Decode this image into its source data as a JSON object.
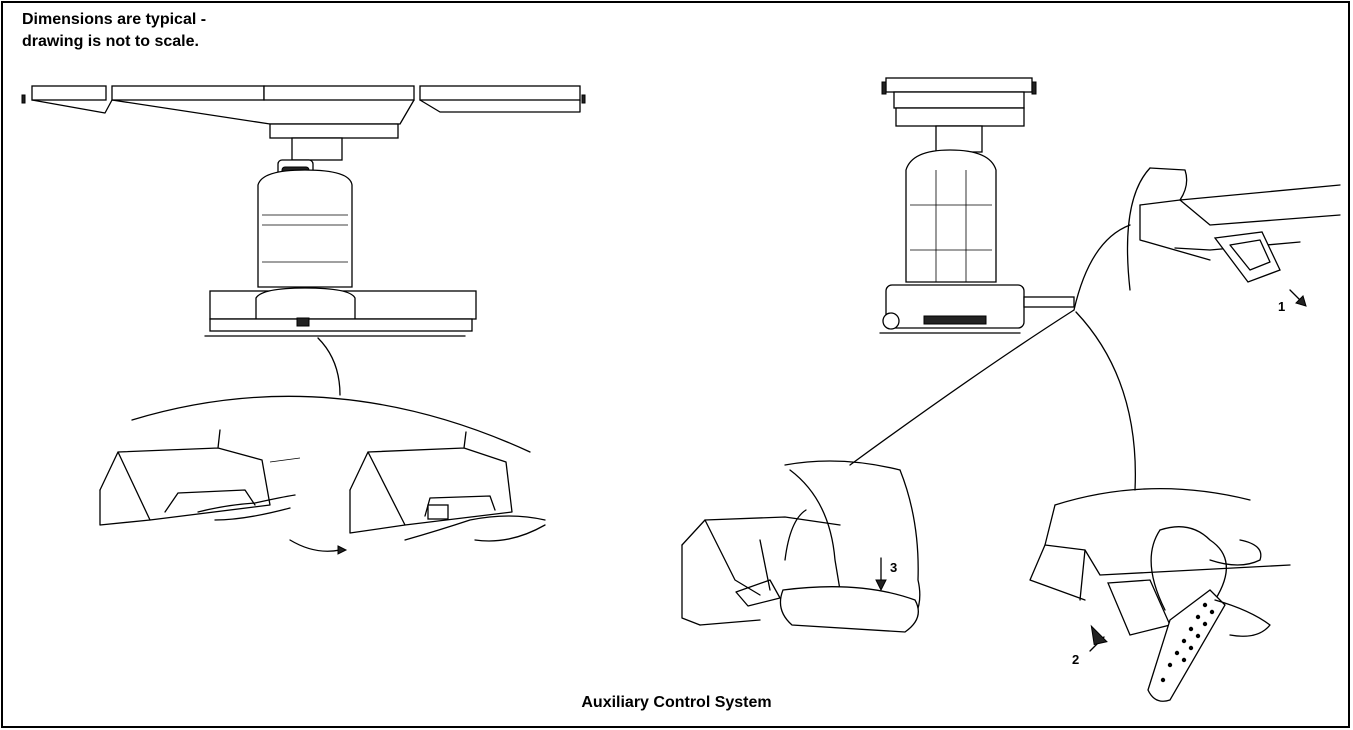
{
  "note": {
    "line1": "Dimensions are typical -",
    "line2": "drawing is not to scale."
  },
  "caption": "Auxiliary Control System",
  "steps": {
    "one": "1",
    "two": "2",
    "three": "3"
  },
  "colors": {
    "line": "#000000",
    "background": "#ffffff"
  }
}
